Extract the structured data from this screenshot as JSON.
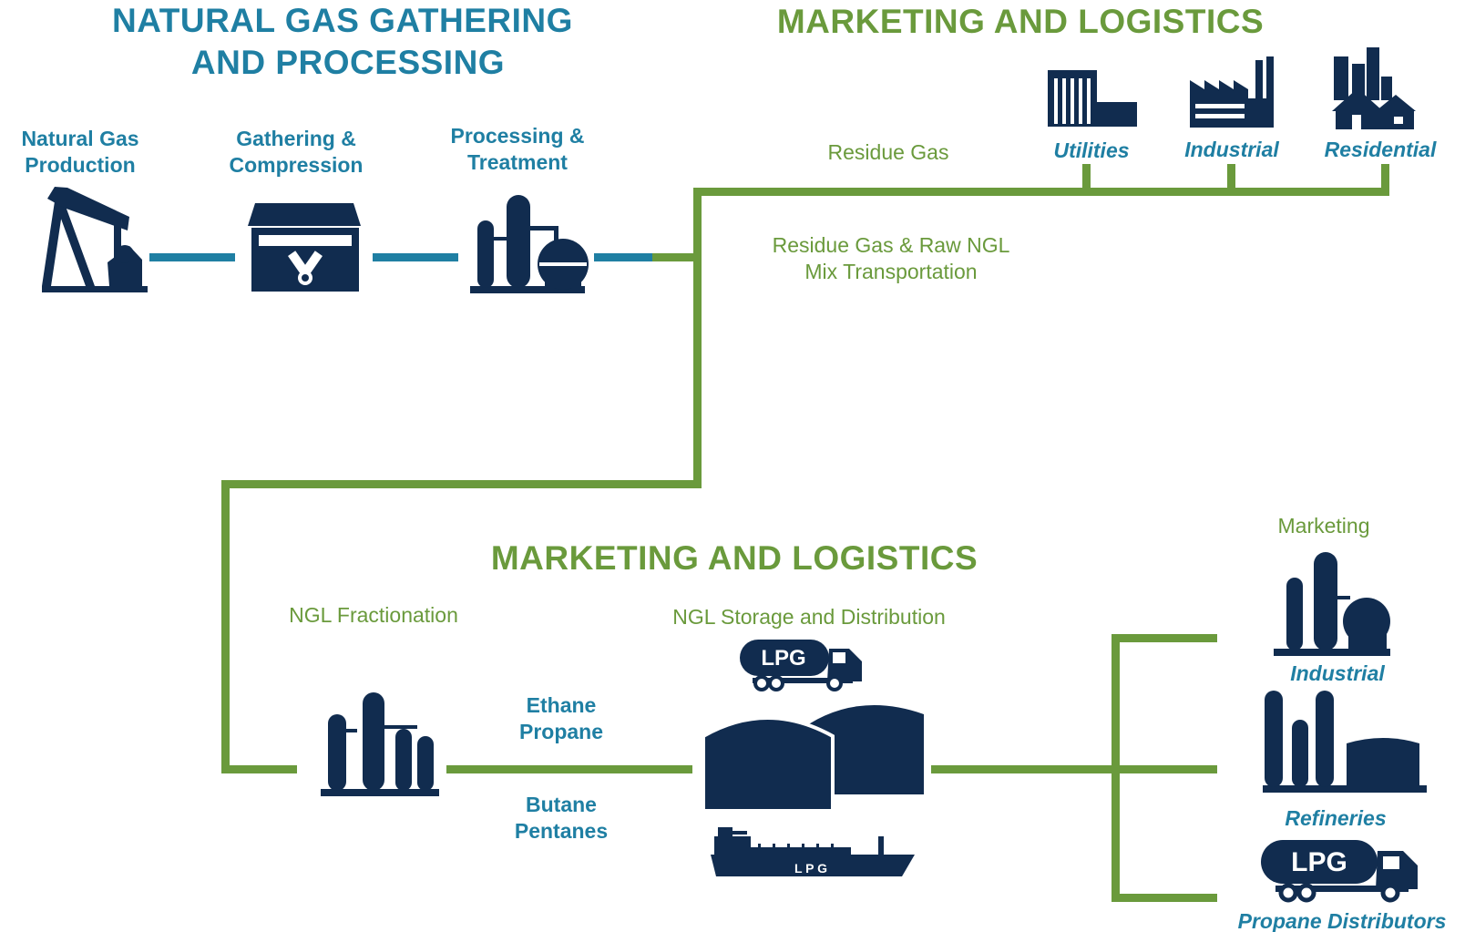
{
  "titles": {
    "gathering_line1": "NATURAL GAS GATHERING",
    "gathering_line2": "AND PROCESSING",
    "marketing_top": "MARKETING AND LOGISTICS",
    "marketing_bottom": "MARKETING AND LOGISTICS"
  },
  "stages": {
    "production": [
      "Natural Gas",
      "Production"
    ],
    "gathering": [
      "Gathering &",
      "Compression"
    ],
    "processing": [
      "Processing &",
      "Treatment"
    ]
  },
  "pipeline_labels": {
    "residue_gas": "Residue Gas",
    "residue_raw_1": "Residue Gas & Raw NGL",
    "residue_raw_2": "Mix Transportation",
    "fractionation": "NGL Fractionation",
    "storage": "NGL Storage and Distribution",
    "marketing": "Marketing"
  },
  "end_users_top": {
    "utilities": "Utilities",
    "industrial": "Industrial",
    "residential": "Residential"
  },
  "products": {
    "line1": "Ethane",
    "line2": "Propane",
    "line3": "Butane",
    "line4": "Pentanes"
  },
  "end_users_bottom": {
    "industrial": "Industrial",
    "refineries": "Refineries",
    "propane": "Propane Distributors"
  },
  "icon_text": {
    "lpg_truck_small": "LPG",
    "lpg_truck_large": "LPG",
    "ship_lpg": "L P G"
  },
  "colors": {
    "teal": "#1f7fa3",
    "green": "#6a9a3c",
    "navy": "#112c4f"
  },
  "icons": [
    "pump-jack-icon",
    "compressor-station-icon",
    "processing-plant-icon",
    "utilities-icon",
    "factory-icon",
    "residential-icon",
    "fractionator-icon",
    "lpg-truck-icon",
    "storage-tanks-icon",
    "lpg-ship-icon",
    "refinery-icon"
  ]
}
